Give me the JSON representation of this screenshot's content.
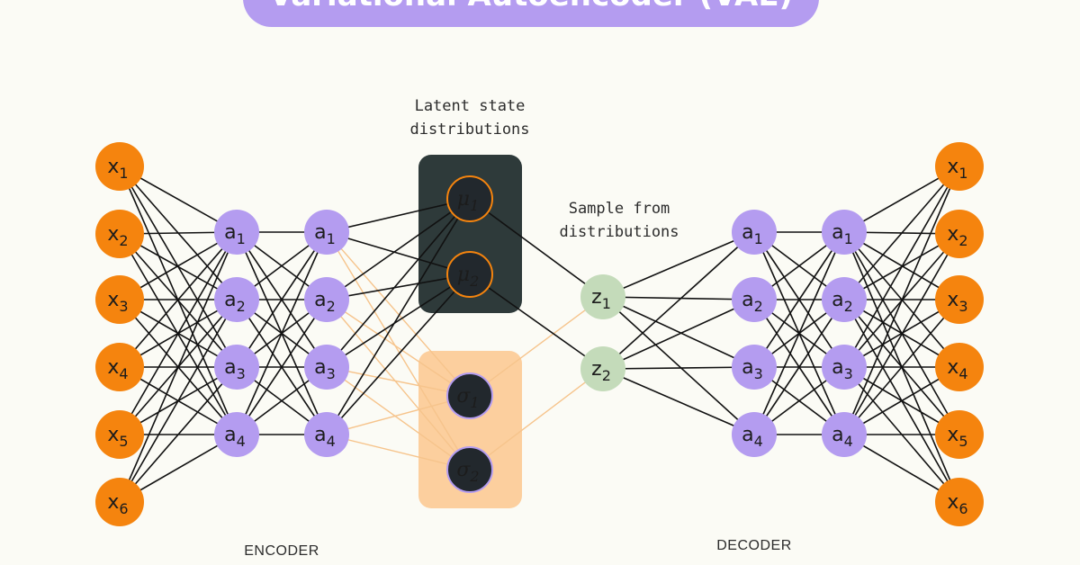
{
  "title": "Variational Autoencoder (VAE)",
  "captions": {
    "latent": [
      "Latent state",
      "distributions"
    ],
    "sample": [
      "Sample from",
      "distributions"
    ],
    "encoder": "ENCODER",
    "decoder": "DECODER"
  },
  "colors": {
    "input_node": "#f5840e",
    "hidden_node": "#b49cf0",
    "latent_node": "#c4dbba",
    "mu_box": "#2e3a3a",
    "sigma_box": "#fccf9e",
    "inner_node": "#22282d",
    "mu_ring": "#f5840e",
    "sigma_ring": "#b49cf0",
    "edge_dark": "#111111",
    "edge_light": "#f6c48c"
  },
  "layers": {
    "encoder_input": [
      {
        "base": "x",
        "sub": "1"
      },
      {
        "base": "x",
        "sub": "2"
      },
      {
        "base": "x",
        "sub": "3"
      },
      {
        "base": "x",
        "sub": "4"
      },
      {
        "base": "x",
        "sub": "5"
      },
      {
        "base": "x",
        "sub": "6"
      }
    ],
    "encoder_hidden_1": [
      {
        "base": "a",
        "sub": "1"
      },
      {
        "base": "a",
        "sub": "2"
      },
      {
        "base": "a",
        "sub": "3"
      },
      {
        "base": "a",
        "sub": "4"
      }
    ],
    "encoder_hidden_2": [
      {
        "base": "a",
        "sub": "1"
      },
      {
        "base": "a",
        "sub": "2"
      },
      {
        "base": "a",
        "sub": "3"
      },
      {
        "base": "a",
        "sub": "4"
      }
    ],
    "mu": [
      {
        "base": "μ",
        "sub": "1"
      },
      {
        "base": "μ",
        "sub": "2"
      }
    ],
    "sigma": [
      {
        "base": "σ",
        "sub": "1"
      },
      {
        "base": "σ",
        "sub": "2"
      }
    ],
    "latent": [
      {
        "base": "z",
        "sub": "1"
      },
      {
        "base": "z",
        "sub": "2"
      }
    ],
    "decoder_hidden_1": [
      {
        "base": "a",
        "sub": "1"
      },
      {
        "base": "a",
        "sub": "2"
      },
      {
        "base": "a",
        "sub": "3"
      },
      {
        "base": "a",
        "sub": "4"
      }
    ],
    "decoder_hidden_2": [
      {
        "base": "a",
        "sub": "1"
      },
      {
        "base": "a",
        "sub": "2"
      },
      {
        "base": "a",
        "sub": "3"
      },
      {
        "base": "a",
        "sub": "4"
      }
    ],
    "decoder_output": [
      {
        "base": "x",
        "sub": "1"
      },
      {
        "base": "x",
        "sub": "2"
      },
      {
        "base": "x",
        "sub": "3"
      },
      {
        "base": "x",
        "sub": "4"
      },
      {
        "base": "x",
        "sub": "5"
      },
      {
        "base": "x",
        "sub": "6"
      }
    ]
  }
}
